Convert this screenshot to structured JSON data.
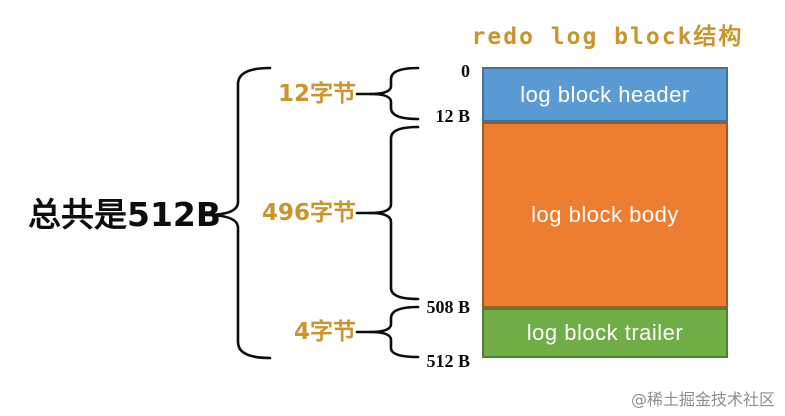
{
  "title": "redo log block结构",
  "total": {
    "label": "总共是512B"
  },
  "watermark": "@稀土掘金技术社区",
  "diagram": {
    "block_total_size": "512B",
    "offsets": [
      "0",
      "12 B",
      "508 B",
      "512 B"
    ],
    "segments": [
      {
        "name": "log block header",
        "size_label": "12字节",
        "fill": "#5b9bd5",
        "border": "#41719c"
      },
      {
        "name": "log block body",
        "size_label": "496字节",
        "fill": "#ed7d31",
        "border": "#a05a21"
      },
      {
        "name": "log block trailer",
        "size_label": "4字节",
        "fill": "#70ad47",
        "border": "#507e32"
      }
    ]
  },
  "colors": {
    "accent_gold": "#c9962e",
    "line_black": "#0d0d0d",
    "watermark_gray": "#8e8e8e",
    "background": "#ffffff"
  }
}
